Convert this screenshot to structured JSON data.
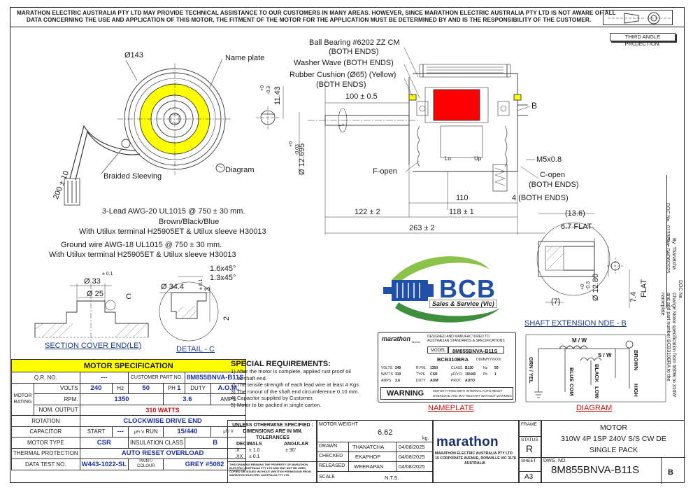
{
  "disclaimer": {
    "line1": "MARATHON ELECTRIC AUSTRALIA PTY LTD MAY PROVIDE TECHNICAL ASSISTANCE TO OUR CUSTOMERS IN MANY AREAS. HOWEVER, SINCE MARATHON ELECTRIC AUSTRALIA PTY LTD IS NOT AWARE OF ALL",
    "line2": "DATA CONCERNING  THE USE AND APPLICATION OF THIS MOTOR, THE FITMENT OF THE MOTOR FOR THE APPLICATION MUST BE DETERMINED BY AND IS THE RESPONSIBILITY OF THE CUSTOMER."
  },
  "projection": "THIRD ANGLE PROJECTION.",
  "front_view": {
    "dia": "Ø143",
    "name_plate": "Name plate",
    "braided": "Braided Sleeving",
    "diagram": "Diagram",
    "lead_len": "200 ± 10",
    "lead1": "3-Lead AWG-20 UL1015 @ 750 ± 30 mm.",
    "lead2": "Brown/Black/Blue",
    "lead3": "With Utilux terminal H25905ET & Utilux sleeve H30013",
    "lead4": "Ground wire AWG-18 UL1015 @ 750 ± 30 mm.",
    "lead5": "With Utilux terminal H25905ET & Utilux sleeve H30013"
  },
  "side_view": {
    "bearing": "Ball Bearing #6202 ZZ CM",
    "both1": "(BOTH ENDS)",
    "washer": "Washer Wave (BOTH ENDS)",
    "rubber": "Rubber Cushion (Ø65) (Yellow)",
    "both2": "(BOTH ENDS)",
    "dim_100": "100 ± 0.5",
    "key_11": "11.43",
    "tol_p0": "+0",
    "tol_m03": "-0.3",
    "shaft_dia": "Ø 12.695",
    "tol_p0b": "+0",
    "tol_m003": "-0.03",
    "b_label": "B",
    "m5": "M5x0.8",
    "copen": "C-open",
    "copen2": "(BOTH ENDS)",
    "fopen": "F-open",
    "lo": "Lo",
    "up": "Up",
    "d110": "110",
    "d4": "4  (BOTH ENDS)",
    "d122": "122 ± 2",
    "d118": "118 ± 1",
    "d263": "263 ± 2"
  },
  "section": {
    "d33": "Ø 33",
    "tol01": "± 0.1",
    "d25": "Ø 25",
    "c": "C",
    "title": "SECTION COVER END(LE)",
    "d34": "Ø 34.4",
    "tol01b": "± 0.1",
    "d3": "3",
    "d2": "2",
    "ch1": "1.6x45°",
    "ch2": "1.3x45°",
    "detail": "DETAIL - C"
  },
  "shaft_ext": {
    "d136": "(13.6)",
    "flat": "6.7  FLAT",
    "d12": "Ø 12.80",
    "tol_p0": "+0",
    "tol_m03": "-0.3",
    "d7": "(7)",
    "flat74": "7.4",
    "flat_word": "FLAT",
    "title": "SHAFT EXTENSION NDE - B"
  },
  "revisions": {
    "doc_no_label": "DOC No.",
    "doc_no_val": "013325",
    "by_label": "By",
    "by_val": "Thanatcha",
    "date_label": "Date",
    "date_val": "04/08/2025",
    "doc_desc_label": "DOC No.",
    "desc": "Change Motor specification from 560W to 310W and add part number BCB310BRA to the nameplate"
  },
  "logo": {
    "bcb": "BCB",
    "sub": "Sales & Service (Vic)"
  },
  "nameplate": {
    "brand": "marathon",
    "motors": "Motors",
    "designed1": "DESIGNED AND MANUFACTURED TO",
    "designed2": "AUSTRALIAN STANDARDS & SPECIFICATIONS",
    "model_lbl": "MODEL",
    "model_val": "8M855BNVA-B11S",
    "part": "BCB310BRA",
    "date_code": "DDMMYYXXXX",
    "volts_l": "VOLTS",
    "volts_v": "240",
    "rpm_l": "R.P.M.",
    "rpm_v": "1350",
    "class_l": "CLASS",
    "class_v": "B130",
    "hz_l": "Hz",
    "hz_v": "50",
    "watts_l": "WATTS",
    "watts_v": "310",
    "type_l": "TYPE",
    "type_v": "CSR",
    "uf_l": "μF/V R",
    "uf_v": "15/440",
    "ph_l": "Ph",
    "ph_v": "1",
    "amps_l": "AMPS",
    "amps_v": "3.6",
    "duty_l": "DUTY",
    "duty_v": "AOM",
    "prot_l": "PROT.",
    "prot_v": "AUTO",
    "warning": "WARNING",
    "warn1": "MOTOR FITTED WITH INTERNAL AUTO RESET",
    "warn2": "OVERLOAD AND MAY RESTART WITHOUT WARNING",
    "title": "NAMEPLATE"
  },
  "diagram": {
    "mw": "M / W",
    "sw": "S / W",
    "grn": "GRN / YEL",
    "blue": "BLUE",
    "black": "BLACK",
    "brown": "BROWN",
    "com": "COM",
    "low": "LOW",
    "high": "HIGH",
    "title": "DIAGRAM"
  },
  "spec": {
    "title": "MOTOR SPECIFICATION",
    "qr_l": "Q.R. NO.",
    "qr_v": "---",
    "cust_l": "CUSTOMER PART NO.",
    "cust_v": "8M855BNVA-B11S",
    "motor_rating": "MOTOR RATING",
    "volts_l": "VOLTS",
    "volts_v": "240",
    "hz_l": "Hz",
    "hz_v": "50",
    "ph_l": "PH",
    "ph_v": "1",
    "duty_l": "DUTY",
    "duty_v": "A.O.M.",
    "rpm_l": "RPM.",
    "rpm_v": "1350",
    "amps_v": "3.6",
    "amps_l": "AMPS",
    "nom_l": "NOM. OUTPUT",
    "nom_v": "310 WATTS",
    "rot_l": "ROTATION",
    "rot_v": "CLOCKWISE DRIVE END",
    "cap_l": "CAPACITOR",
    "start_l": "START",
    "start_v": "---",
    "ufv1": "μF/ V",
    "run_l": "RUN",
    "run_v": "15/440",
    "ufv2": "μF/ V",
    "type_l": "MOTOR TYPE",
    "type_v": "CSR",
    "ins_l": "INSULATION CLASS",
    "ins_v": "B",
    "therm_l": "THERMAL PROTECTION",
    "therm_v": "AUTO RESET OVERLOAD",
    "test_l": "DATA TEST NO.",
    "test_v": "W443-1022-SL",
    "paint_l1": "PAINT/",
    "paint_l2": "COLOUR",
    "paint_v": "GREY #5082"
  },
  "special": {
    "title": "SPECIAL REQUIREMENTS:",
    "l1": "1) After the motor is complete, applied rust proof oil",
    "l1b": "    at shaft end.",
    "l2": "2) The tensile strength of each lead wire at least 4 Kgs.",
    "l3": "3) The runout of the shaft end circumference 0.10 mm.",
    "l4": "4) Capacitor supplied by Customer.",
    "l5": "5) Motor to be packed in single carton."
  },
  "tolerance": {
    "l1": "UNLESS OTHERWISE SPECIFIED :",
    "l2": "DIMENSIONS ARE IN MM.",
    "l3": "TOLERANCES",
    "dec": "DECIMALS",
    "ang": "ANGULAR",
    "x": ".X",
    "xv": "±  1.0",
    "av": "±  30'",
    "xx": ".XX",
    "xxv": "±  0.1",
    "note1": "THIS DRAWING REMAINS THE PROPERTY OF MARATHON",
    "note2": "ELECTRIC AUSTRALIA PTY LTD AND MAY NOT BE USED,",
    "note3": "COPIED OR ISSUED WITHOUT WRITTEN PERMISSION FROM",
    "note4": "MARATHON ELECTRIC AUSTRALIA PTY LTD"
  },
  "approvals": {
    "weight_l": "MOTOR WEIGHT",
    "weight_v": "6.62",
    "kg": "kg.",
    "drawn_l": "DRAWN",
    "drawn_v": "THANATCHA",
    "drawn_d": "04/08/2025",
    "checked_l": "CHECKED",
    "checked_v": "EKAPHOP",
    "checked_d": "04/08/2025",
    "released_l": "RELEASED",
    "released_v": "WEERAPAN",
    "released_d": "04/08/2025",
    "scale_l": "SCALE",
    "scale_v": "N.T.S."
  },
  "company": {
    "brand": "marathon",
    "name": "MARATHON ELECTRIC AUSTRALIA PTY LTD",
    "addr": "19 CORPORATE AVENUE, ROWVILLE VIC 3178",
    "country": "AUSTRALIA"
  },
  "title_block": {
    "frame_l": "FRAME",
    "status_l": "STATUS",
    "status_v": "R",
    "sheet_l": "SHEET",
    "sheet_v": "A3",
    "title1": "MOTOR",
    "title2": "310W 4P 1SP 240V S/S CW DE",
    "title3": "SINGLE PACK",
    "dwg_l": "DWG. NO.",
    "dwg_v": "8M855BNVA-B11S",
    "rev_v": "B"
  }
}
